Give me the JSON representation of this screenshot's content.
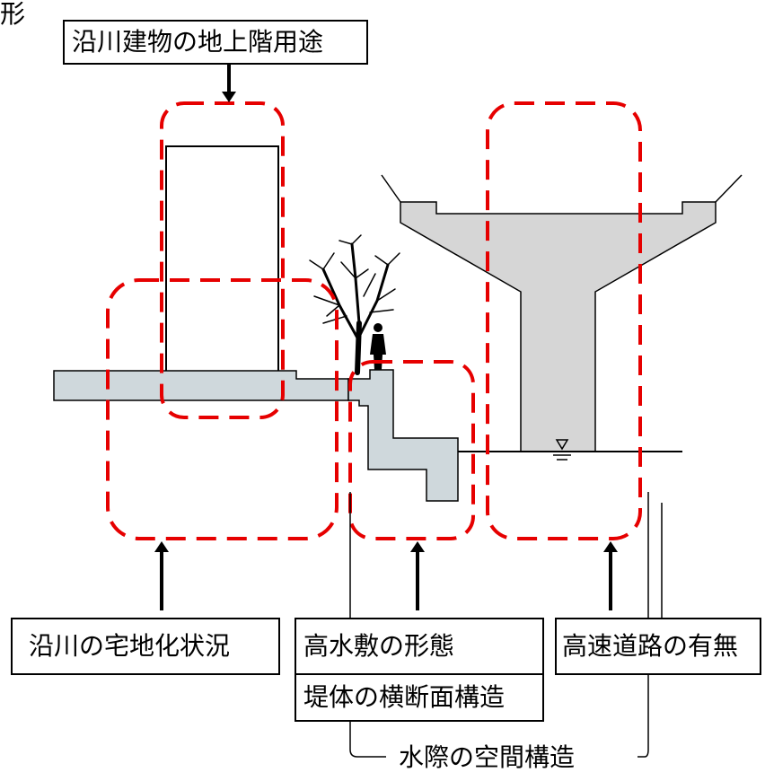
{
  "corner_fragment": "形",
  "labels": {
    "building_use": "沿川建物の地上階用途",
    "residential": "沿川の宅地化状況",
    "floodplain_form": "高水敷の形態",
    "levee_section": "堤体の横断面構造",
    "expressway": "高速道路の有無",
    "waterside": "水際の空間構造"
  },
  "colors": {
    "dashed_outline": "#e60000",
    "ground_fill": "#cfd8dc",
    "pier_fill": "#d6d6d6",
    "line": "#000000"
  },
  "icons": [
    "tree-icon",
    "person-icon",
    "water-level-icon"
  ]
}
